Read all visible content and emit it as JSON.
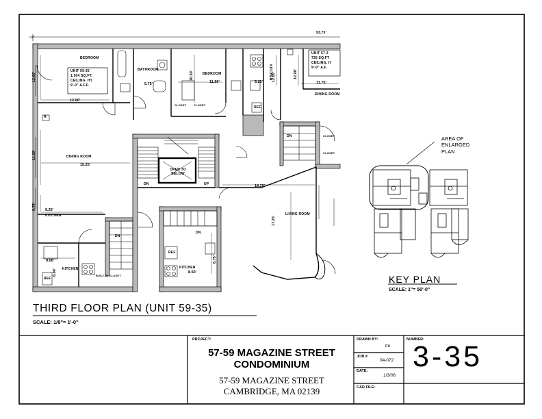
{
  "drawing": {
    "title": "THIRD FLOOR PLAN (UNIT 59-35)",
    "scale": "SCALE: 1/8\"= 1'-0\"",
    "overall_dimension": "93.75'",
    "unit_info_1": [
      "UNIT 59-35",
      "1,004 SQ.FT.",
      "CEILING. HT.",
      "9'-0\" A.F.F."
    ],
    "unit_info_2": [
      "UNIT 57-3",
      "735 SQ.FT",
      "CEILING. H",
      "9'-0\" A.F."
    ],
    "rooms": {
      "bedroom_1": "BEDROOM",
      "bathroom": "BATHROOM",
      "bedroom_2": "BEDROOM",
      "kitchen_top": "KITCHEN",
      "dining_room_top": "DINING ROOM",
      "dining_room": "DINING ROOM",
      "kitchen_1": "KITCHEN",
      "kitchen_2": "KITCHEN",
      "kitchen_3": "KITCHEN",
      "living_room": "LIVING ROOM",
      "open_to_below": "OPEN TO BELOW",
      "built_in_closet": "BUILT-IN CLOSET",
      "closet": "CLOSET",
      "ref": "REF",
      "dn": "DN",
      "up": "UP",
      "r": "R"
    },
    "dimensions": {
      "d1": "12.00'",
      "d2": "12.00'",
      "d3": "10.50'",
      "d4": "11.50'",
      "d5": "5.25'",
      "d6": "12.00'",
      "d7": "12.00'",
      "d8": "11.75'",
      "d9": "5.75'",
      "d10": "11.00'",
      "d11": "15.25'",
      "d12": "18.25'",
      "d13": "6.75'",
      "d14": "9.25'",
      "d15": "17.25'",
      "d16": "9.00'",
      "d17": "6.00'",
      "d18": "6.75'",
      "d19": "8.50'"
    }
  },
  "key_plan": {
    "title": "KEY PLAN",
    "scale": "SCALE: 1\"= 50'-0\"",
    "area_note": "AREA OF\nENLARGED\nPLAN"
  },
  "title_block": {
    "project_label": "PROJECT:",
    "project_name": "57-59 MAGAZINE STREET\nCONDOMINIUM",
    "project_address": "57-59 MAGAZINE STREET\nCAMBRIDGE, MA 02139",
    "drawn_by_label": "DRAWN BY:",
    "drawn_by": "tm",
    "job_label": "JOB #",
    "job_number": "04-072",
    "date_label": "DATE:",
    "date": "1/3/06",
    "cad_file_label": "CAD FILE:",
    "number_label": "NUMBER:",
    "sheet_number": "3-35"
  }
}
